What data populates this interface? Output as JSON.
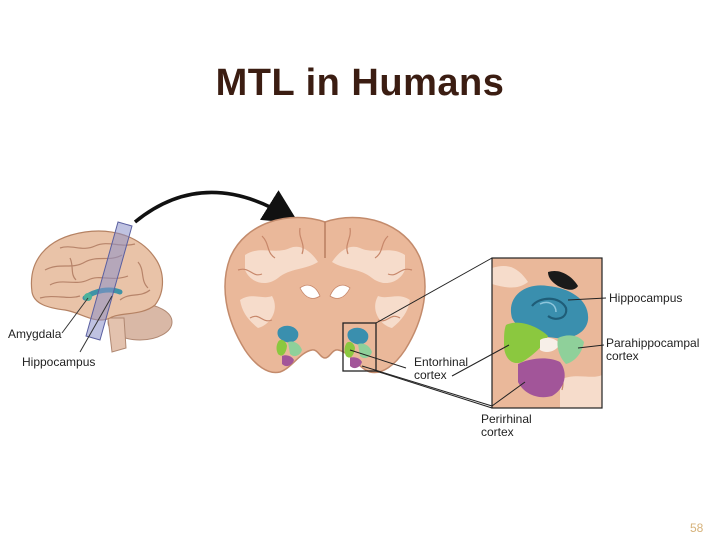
{
  "slide": {
    "title": "MTL in Humans",
    "page_number": "58"
  },
  "labels": {
    "amygdala": "Amygdala",
    "hippocampus_left": "Hippocampus",
    "hippocampus_right": "Hippocampus",
    "parahippocampal_line1": "Parahippocampal",
    "parahippocampal_line2": "cortex",
    "entorhinal_line1": "Entorhinal",
    "entorhinal_line2": "cortex",
    "perirhinal_line1": "Perirhinal",
    "perirhinal_line2": "cortex"
  },
  "colors": {
    "title": "#3b1d12",
    "hippocampus": "#3a8fae",
    "entorhinal": "#8bc83f",
    "parahippocampal": "#8fd09a",
    "perirhinal": "#a25599",
    "brain_tissue": "#eab89a",
    "gyrus_highlight": "#f6dccb",
    "sulcus_line": "#c7876a",
    "page_number": "#d6b27a"
  }
}
